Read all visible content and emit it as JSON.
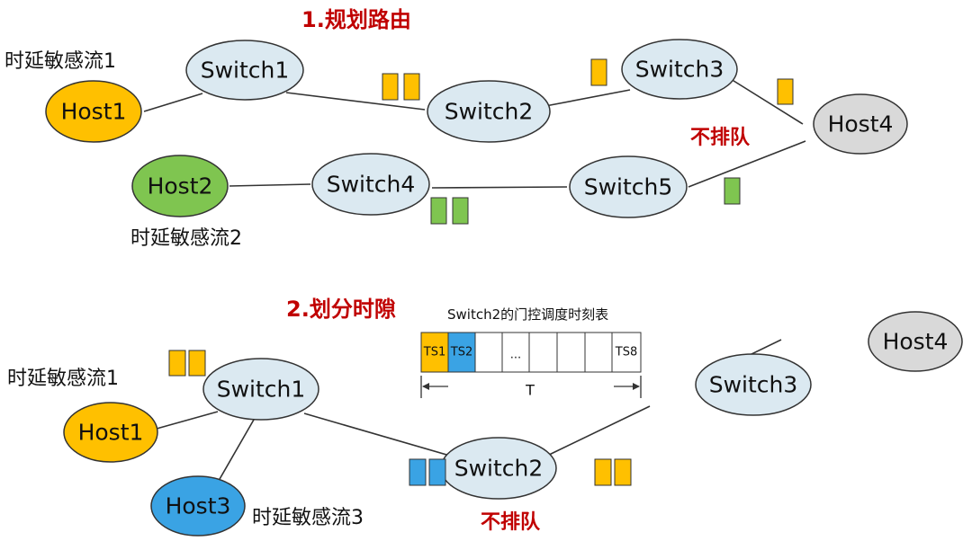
{
  "colors": {
    "switch_fill": "#dbe9f1",
    "host1_fill": "#ffc000",
    "host2_fill": "#7fc550",
    "host3_fill": "#3aa3e4",
    "host4_fill": "#d9d9d9",
    "packet_orange": "#ffc000",
    "packet_green": "#7fc550",
    "packet_blue": "#3aa3e4",
    "accent_red": "#c00000"
  },
  "section1": {
    "title": "1.规划路由",
    "no_queue_label": "不排队",
    "flow1_label": "时延敏感流1",
    "flow2_label": "时延敏感流2",
    "nodes": {
      "host1": "Host1",
      "host2": "Host2",
      "host4": "Host4",
      "switch1": "Switch1",
      "switch2": "Switch2",
      "switch3": "Switch3",
      "switch4": "Switch4",
      "switch5": "Switch5"
    },
    "links": [
      [
        "Host1",
        "Switch1"
      ],
      [
        "Switch1",
        "Switch2"
      ],
      [
        "Switch2",
        "Switch3"
      ],
      [
        "Switch3",
        "Host4"
      ],
      [
        "Host2",
        "Switch4"
      ],
      [
        "Switch4",
        "Switch5"
      ],
      [
        "Switch5",
        "Host4"
      ]
    ]
  },
  "section2": {
    "title": "2.划分时隙",
    "no_queue_label": "不排队",
    "flow1_label": "时延敏感流1",
    "flow3_label": "时延敏感流3",
    "schedule_title": "Switch2的门控调度时刻表",
    "slots": [
      "TS1",
      "TS2",
      "",
      "...",
      "",
      "",
      "",
      "TS8"
    ],
    "period_label": "T",
    "nodes": {
      "host1": "Host1",
      "host3": "Host3",
      "host4": "Host4",
      "switch1": "Switch1",
      "switch2": "Switch2",
      "switch3": "Switch3"
    },
    "links": [
      [
        "Host1",
        "Switch1"
      ],
      [
        "Host3",
        "Switch1"
      ],
      [
        "Switch1",
        "Switch2"
      ],
      [
        "Switch2",
        "Switch3"
      ],
      [
        "Switch3",
        "Host4"
      ]
    ]
  }
}
